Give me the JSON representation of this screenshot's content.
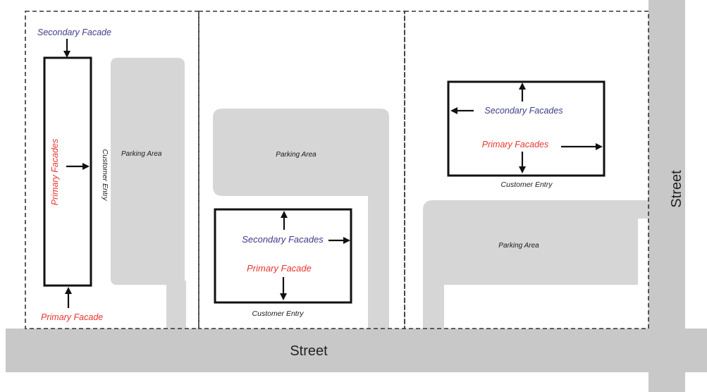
{
  "streets": {
    "bottom": "Street",
    "right": "Street"
  },
  "lot1": {
    "secondary": "Secondary Facade",
    "primary_vertical": "Primary Facades",
    "customer_entry": "Customer Entry",
    "primary_bottom": "Primary Facade",
    "parking": "Parking Area"
  },
  "lot2": {
    "parking": "Parking Area",
    "secondary": "Secondary Facades",
    "primary": "Primary Facade",
    "customer_entry": "Customer Entry"
  },
  "lot3": {
    "secondary": "Secondary Facades",
    "primary": "Primary Facades",
    "customer_entry": "Customer Entry",
    "parking": "Parking Area"
  },
  "colors": {
    "secondary_label": "#3d3d8a",
    "primary_label": "#e8352e",
    "paving": "#d6d6d6",
    "street": "#c8c8c8"
  }
}
